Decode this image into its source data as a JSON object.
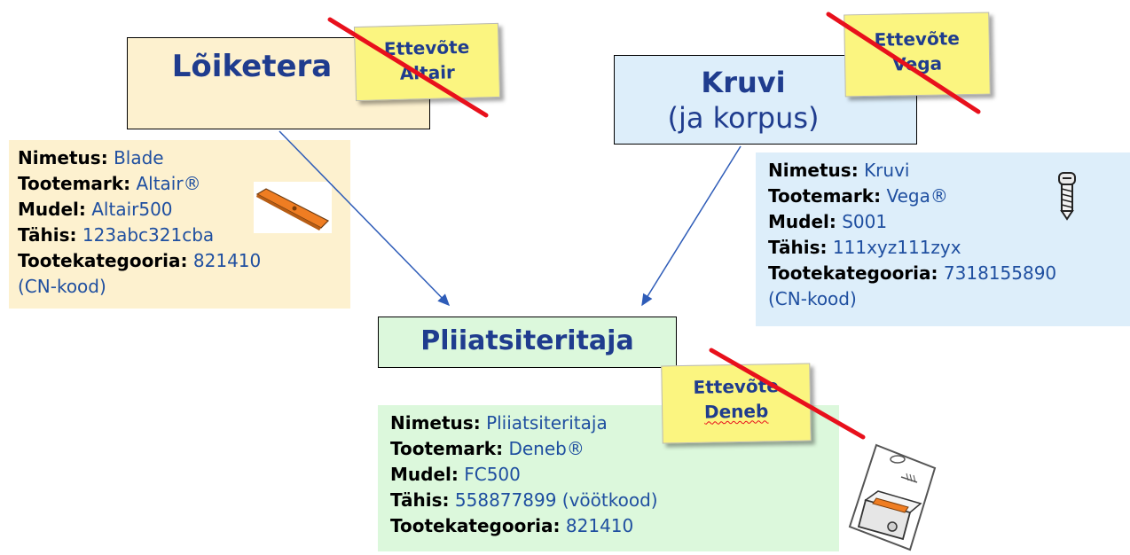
{
  "blade": {
    "title": "Lõiketera",
    "company_line1": "Ettevõte",
    "company_line2": "Altair",
    "fields": [
      {
        "label": "Nimetus:",
        "value": "Blade"
      },
      {
        "label": "Tootemark:",
        "value": "Altair®"
      },
      {
        "label": "Mudel:",
        "value": "Altair500"
      },
      {
        "label": "Tähis:",
        "value": "123abc321cba"
      },
      {
        "label": "Tootekategooria:",
        "value": "821410"
      }
    ],
    "note": "(CN-kood)",
    "color": "#fdf1cf"
  },
  "screw": {
    "title": "Kruvi",
    "subtitle": "(ja korpus)",
    "company_line1": "Ettevõte",
    "company_line2": "Vega",
    "fields": [
      {
        "label": "Nimetus:",
        "value": "Kruvi"
      },
      {
        "label": "Tootemark:",
        "value": "Vega®"
      },
      {
        "label": "Mudel:",
        "value": "S001"
      },
      {
        "label": "Tähis:",
        "value": "111xyz111zyx"
      },
      {
        "label": "Tootekategooria:",
        "value": "7318155890"
      }
    ],
    "note": "(CN-kood)",
    "color": "#ddeefa"
  },
  "sharpener": {
    "title": "Pliiatsiteritaja",
    "company_line1": "Ettevõte",
    "company_line2": "Deneb",
    "fields": [
      {
        "label": "Nimetus:",
        "value": "Pliiatsiteritaja"
      },
      {
        "label": "Tootemark:",
        "value": "Deneb®"
      },
      {
        "label": "Mudel:",
        "value": "FC500"
      },
      {
        "label": "Tähis:",
        "value": "558877899 (vöötkood)"
      },
      {
        "label": "Tootekategooria:",
        "value": "821410"
      }
    ],
    "color": "#dcf8dc"
  },
  "colors": {
    "title_text": "#1f3c8e",
    "value_text": "#1f4fa0",
    "sticky_note": "#fbf580",
    "strike": "#e8101c",
    "arrow": "#2e5cb8",
    "blade_orange": "#ef7d22"
  },
  "icons": [
    "blade-image",
    "screw-image",
    "sharpener-package-image"
  ]
}
